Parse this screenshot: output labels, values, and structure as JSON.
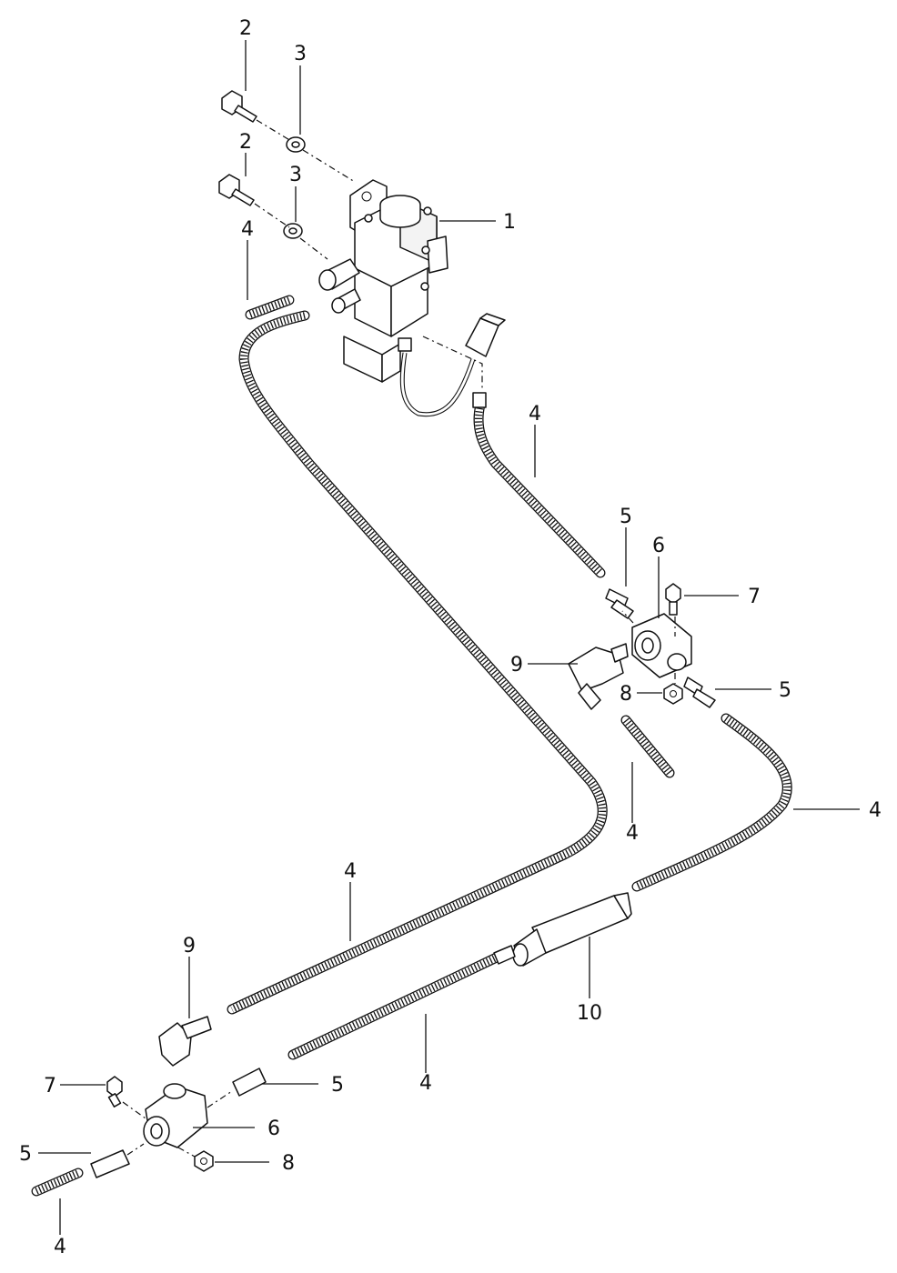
{
  "callouts": [
    {
      "id": "c2a",
      "label": "2"
    },
    {
      "id": "c3a",
      "label": "3"
    },
    {
      "id": "c2b",
      "label": "2"
    },
    {
      "id": "c3b",
      "label": "3"
    },
    {
      "id": "c1",
      "label": "1"
    },
    {
      "id": "c4a",
      "label": "4"
    },
    {
      "id": "c4b",
      "label": "4"
    },
    {
      "id": "c5a",
      "label": "5"
    },
    {
      "id": "c6a",
      "label": "6"
    },
    {
      "id": "c7a",
      "label": "7"
    },
    {
      "id": "c9a",
      "label": "9"
    },
    {
      "id": "c8a",
      "label": "8"
    },
    {
      "id": "c5b",
      "label": "5"
    },
    {
      "id": "c4c",
      "label": "4"
    },
    {
      "id": "c4d",
      "label": "4"
    },
    {
      "id": "c4e",
      "label": "4"
    },
    {
      "id": "c9b",
      "label": "9"
    },
    {
      "id": "c10",
      "label": "10"
    },
    {
      "id": "c4f",
      "label": "4"
    },
    {
      "id": "c7b",
      "label": "7"
    },
    {
      "id": "c5c",
      "label": "5"
    },
    {
      "id": "c6b",
      "label": "6"
    },
    {
      "id": "c5d",
      "label": "5"
    },
    {
      "id": "c8b",
      "label": "8"
    },
    {
      "id": "c4g",
      "label": "4"
    }
  ]
}
